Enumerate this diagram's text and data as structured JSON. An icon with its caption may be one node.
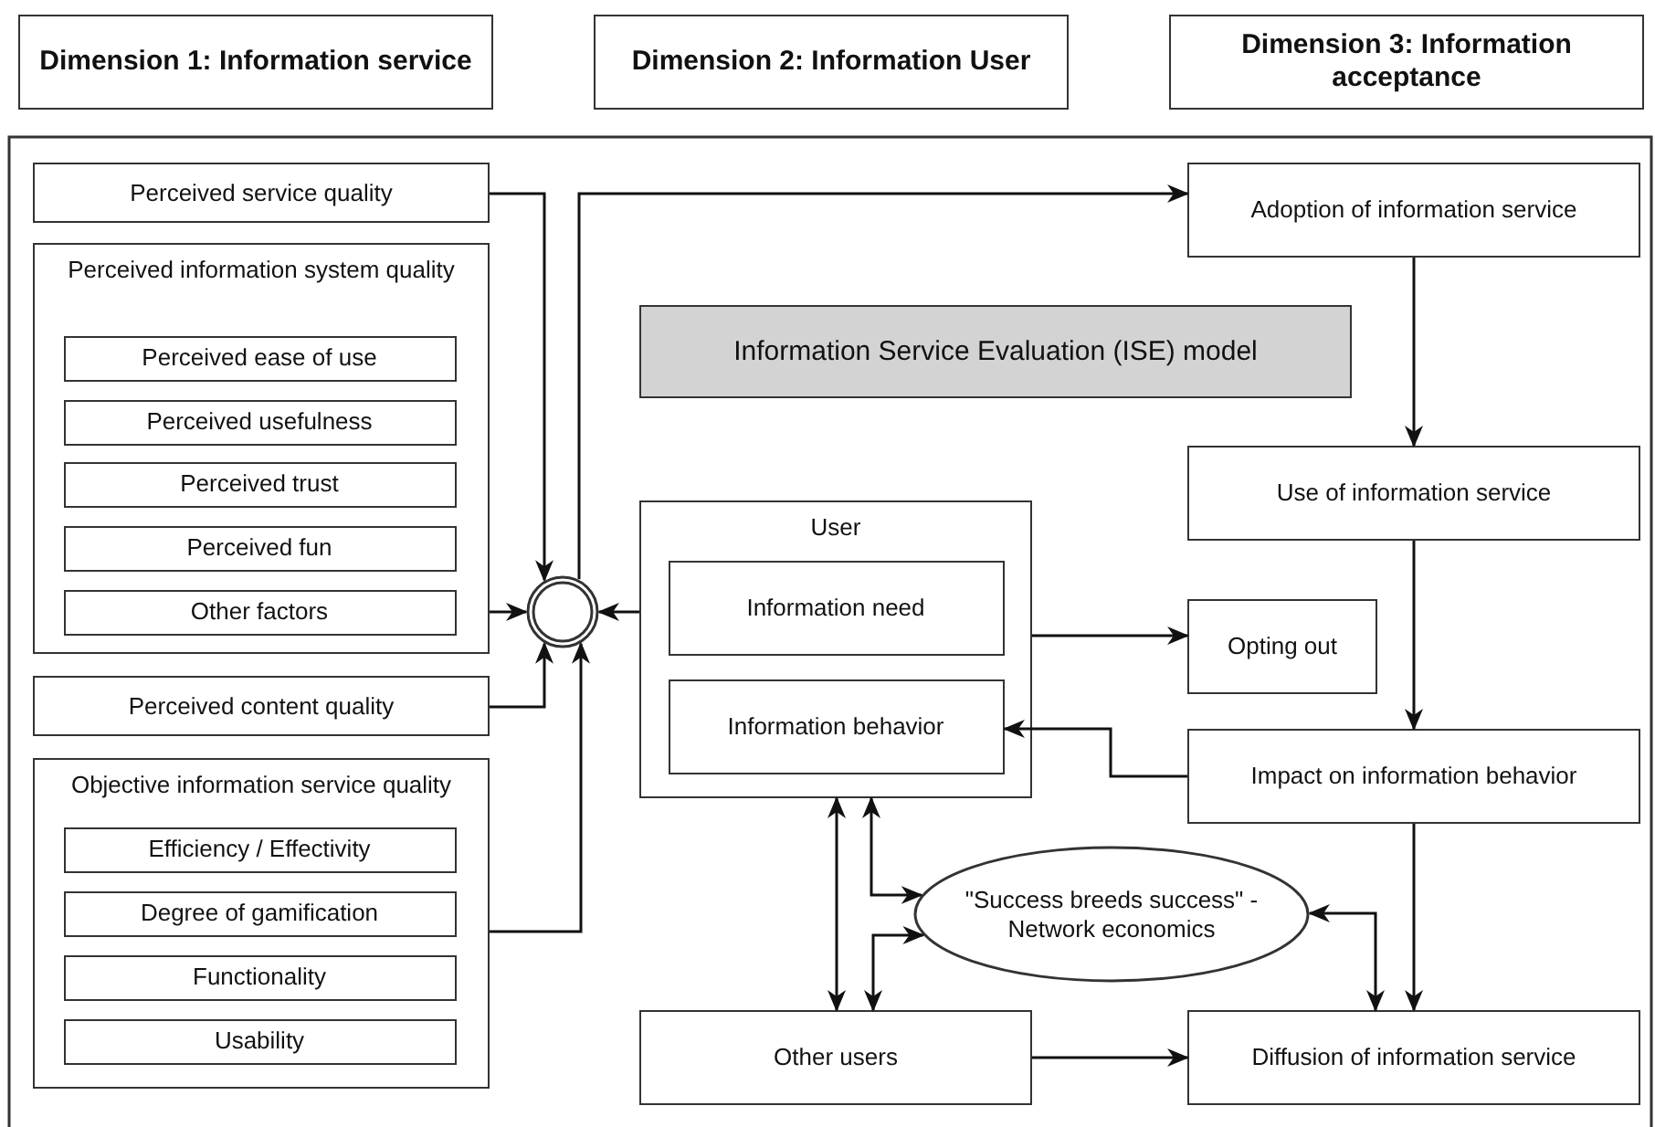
{
  "diagram": {
    "nodes": [
      {
        "text": [
          "Dimension 1: Information service"
        ]
      },
      {
        "text": [
          "Dimension 2: Information User"
        ]
      },
      {
        "text": [
          "Dimension 3: Information acceptance"
        ]
      },
      {
        "text": [
          "Perceived service quality"
        ]
      },
      {
        "text": [
          "Perceived information system quality"
        ]
      },
      {
        "text": [
          "Perceived ease of use"
        ],
        "in": 4
      },
      {
        "text": [
          "Perceived usefulness"
        ],
        "in": 4
      },
      {
        "text": [
          "Perceived trust"
        ],
        "in": 4
      },
      {
        "text": [
          "Perceived fun"
        ],
        "in": 4
      },
      {
        "text": [
          "Other factors"
        ],
        "in": 4
      },
      {
        "text": [
          "Perceived content quality"
        ]
      },
      {
        "text": [
          "Objective information service quality"
        ]
      },
      {
        "text": [
          "Efficiency / Effectivity"
        ],
        "in": 11
      },
      {
        "text": [
          "Degree of gamification"
        ],
        "in": 11
      },
      {
        "text": [
          "Functionality"
        ],
        "in": 11
      },
      {
        "text": [
          "Usability"
        ],
        "in": 11
      },
      {
        "text": [],
        "shape": "circle"
      },
      {
        "text": [
          "Information Service Evaluation (ISE) model"
        ]
      },
      {
        "text": [
          "Adoption of information service"
        ]
      },
      {
        "text": [
          "Use of information service"
        ]
      },
      {
        "text": [
          "Opting out"
        ]
      },
      {
        "text": [
          "Impact on information behavior"
        ]
      },
      {
        "text": [
          "User"
        ]
      },
      {
        "text": [
          "Information need"
        ],
        "in": 22
      },
      {
        "text": [
          "Information behavior"
        ],
        "in": 22
      },
      {
        "text": [
          "Other users"
        ]
      },
      {
        "text": [
          "\"Success breeds success\" - Network economics"
        ]
      },
      {
        "text": [
          "Diffusion of information service"
        ]
      }
    ],
    "edges": [
      {
        "from": 3,
        "to": 16,
        "arrow": "to"
      },
      {
        "from": 4,
        "to": 16,
        "arrow": "to"
      },
      {
        "from": 10,
        "to": 16,
        "arrow": "to"
      },
      {
        "from": 11,
        "to": 16,
        "arrow": "to"
      },
      {
        "from": 22,
        "to": 16,
        "arrow": "to"
      },
      {
        "from": 16,
        "to": 18,
        "arrow": "to"
      },
      {
        "from": 18,
        "to": 19,
        "arrow": "to"
      },
      {
        "from": 19,
        "to": 21,
        "arrow": "to"
      },
      {
        "from": 22,
        "to": 20,
        "arrow": "to"
      },
      {
        "from": 21,
        "to": 24,
        "arrow": "to"
      },
      {
        "from": 21,
        "to": 27,
        "arrow": "to"
      },
      {
        "from": 22,
        "to": 25,
        "arrow": "both"
      },
      {
        "from": 22,
        "to": 26,
        "arrow": "both"
      },
      {
        "from": 25,
        "to": 26,
        "arrow": "both"
      },
      {
        "from": 26,
        "to": 27,
        "arrow": "both"
      },
      {
        "from": 25,
        "to": 27,
        "arrow": "to"
      }
    ]
  }
}
